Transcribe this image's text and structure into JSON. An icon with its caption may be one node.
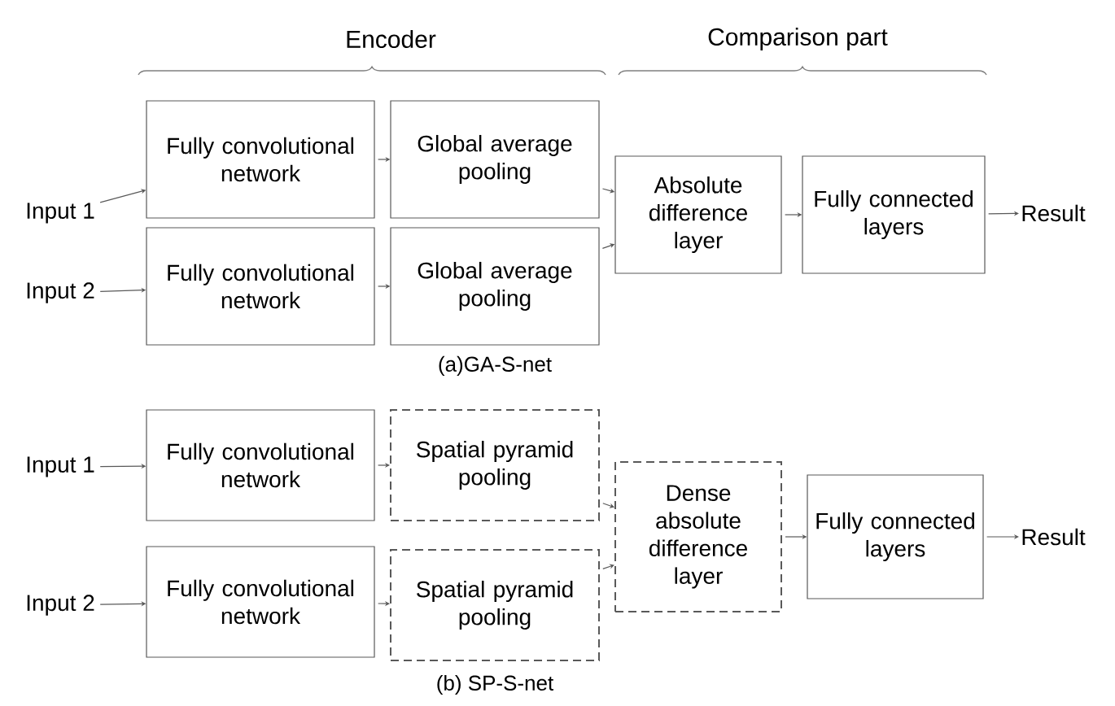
{
  "diagram": {
    "nodes": [
      {
        "text": [
          "Input 1"
        ]
      },
      {
        "text": [
          "Fully convolutional network"
        ]
      },
      {
        "text": [
          "Global average pooling"
        ]
      },
      {
        "text": [
          "Input 2"
        ]
      },
      {
        "text": [
          "Fully convolutional network"
        ]
      },
      {
        "text": [
          "Global average pooling"
        ]
      },
      {
        "text": [
          "Absolute difference layer"
        ]
      },
      {
        "text": [
          "Fully connected layers"
        ]
      },
      {
        "text": [
          "Result"
        ]
      },
      {
        "text": [
          "Input 1"
        ]
      },
      {
        "text": [
          "Fully convolutional network"
        ]
      },
      {
        "text": [
          "Spatial pyramid pooling"
        ]
      },
      {
        "text": [
          "Input 2"
        ]
      },
      {
        "text": [
          "Fully convolutional network"
        ]
      },
      {
        "text": [
          "Spatial pyramid pooling"
        ]
      },
      {
        "text": [
          "Dense absolute difference layer"
        ]
      },
      {
        "text": [
          "Fully connected layers"
        ]
      },
      {
        "text": [
          "Result"
        ]
      }
    ],
    "edges": [
      {
        "from": 0,
        "to": 1,
        "arrow": "to"
      },
      {
        "from": 1,
        "to": 2,
        "arrow": "to"
      },
      {
        "from": 2,
        "to": 6,
        "arrow": "to"
      },
      {
        "from": 3,
        "to": 4,
        "arrow": "to"
      },
      {
        "from": 4,
        "to": 5,
        "arrow": "to"
      },
      {
        "from": 5,
        "to": 6,
        "arrow": "to"
      },
      {
        "from": 6,
        "to": 7,
        "arrow": "to"
      },
      {
        "from": 7,
        "to": 8,
        "arrow": "to"
      },
      {
        "from": 9,
        "to": 10,
        "arrow": "to"
      },
      {
        "from": 10,
        "to": 11,
        "arrow": "to"
      },
      {
        "from": 11,
        "to": 15,
        "arrow": "to"
      },
      {
        "from": 12,
        "to": 13,
        "arrow": "to"
      },
      {
        "from": 13,
        "to": 14,
        "arrow": "to"
      },
      {
        "from": 14,
        "to": 15,
        "arrow": "to"
      },
      {
        "from": 15,
        "to": 16,
        "arrow": "to"
      },
      {
        "from": 16,
        "to": 17,
        "arrow": "to"
      }
    ],
    "labels": [
      "Encoder",
      "Comparison part",
      "(a)GA-S-net",
      "(b) SP-S-net"
    ]
  }
}
